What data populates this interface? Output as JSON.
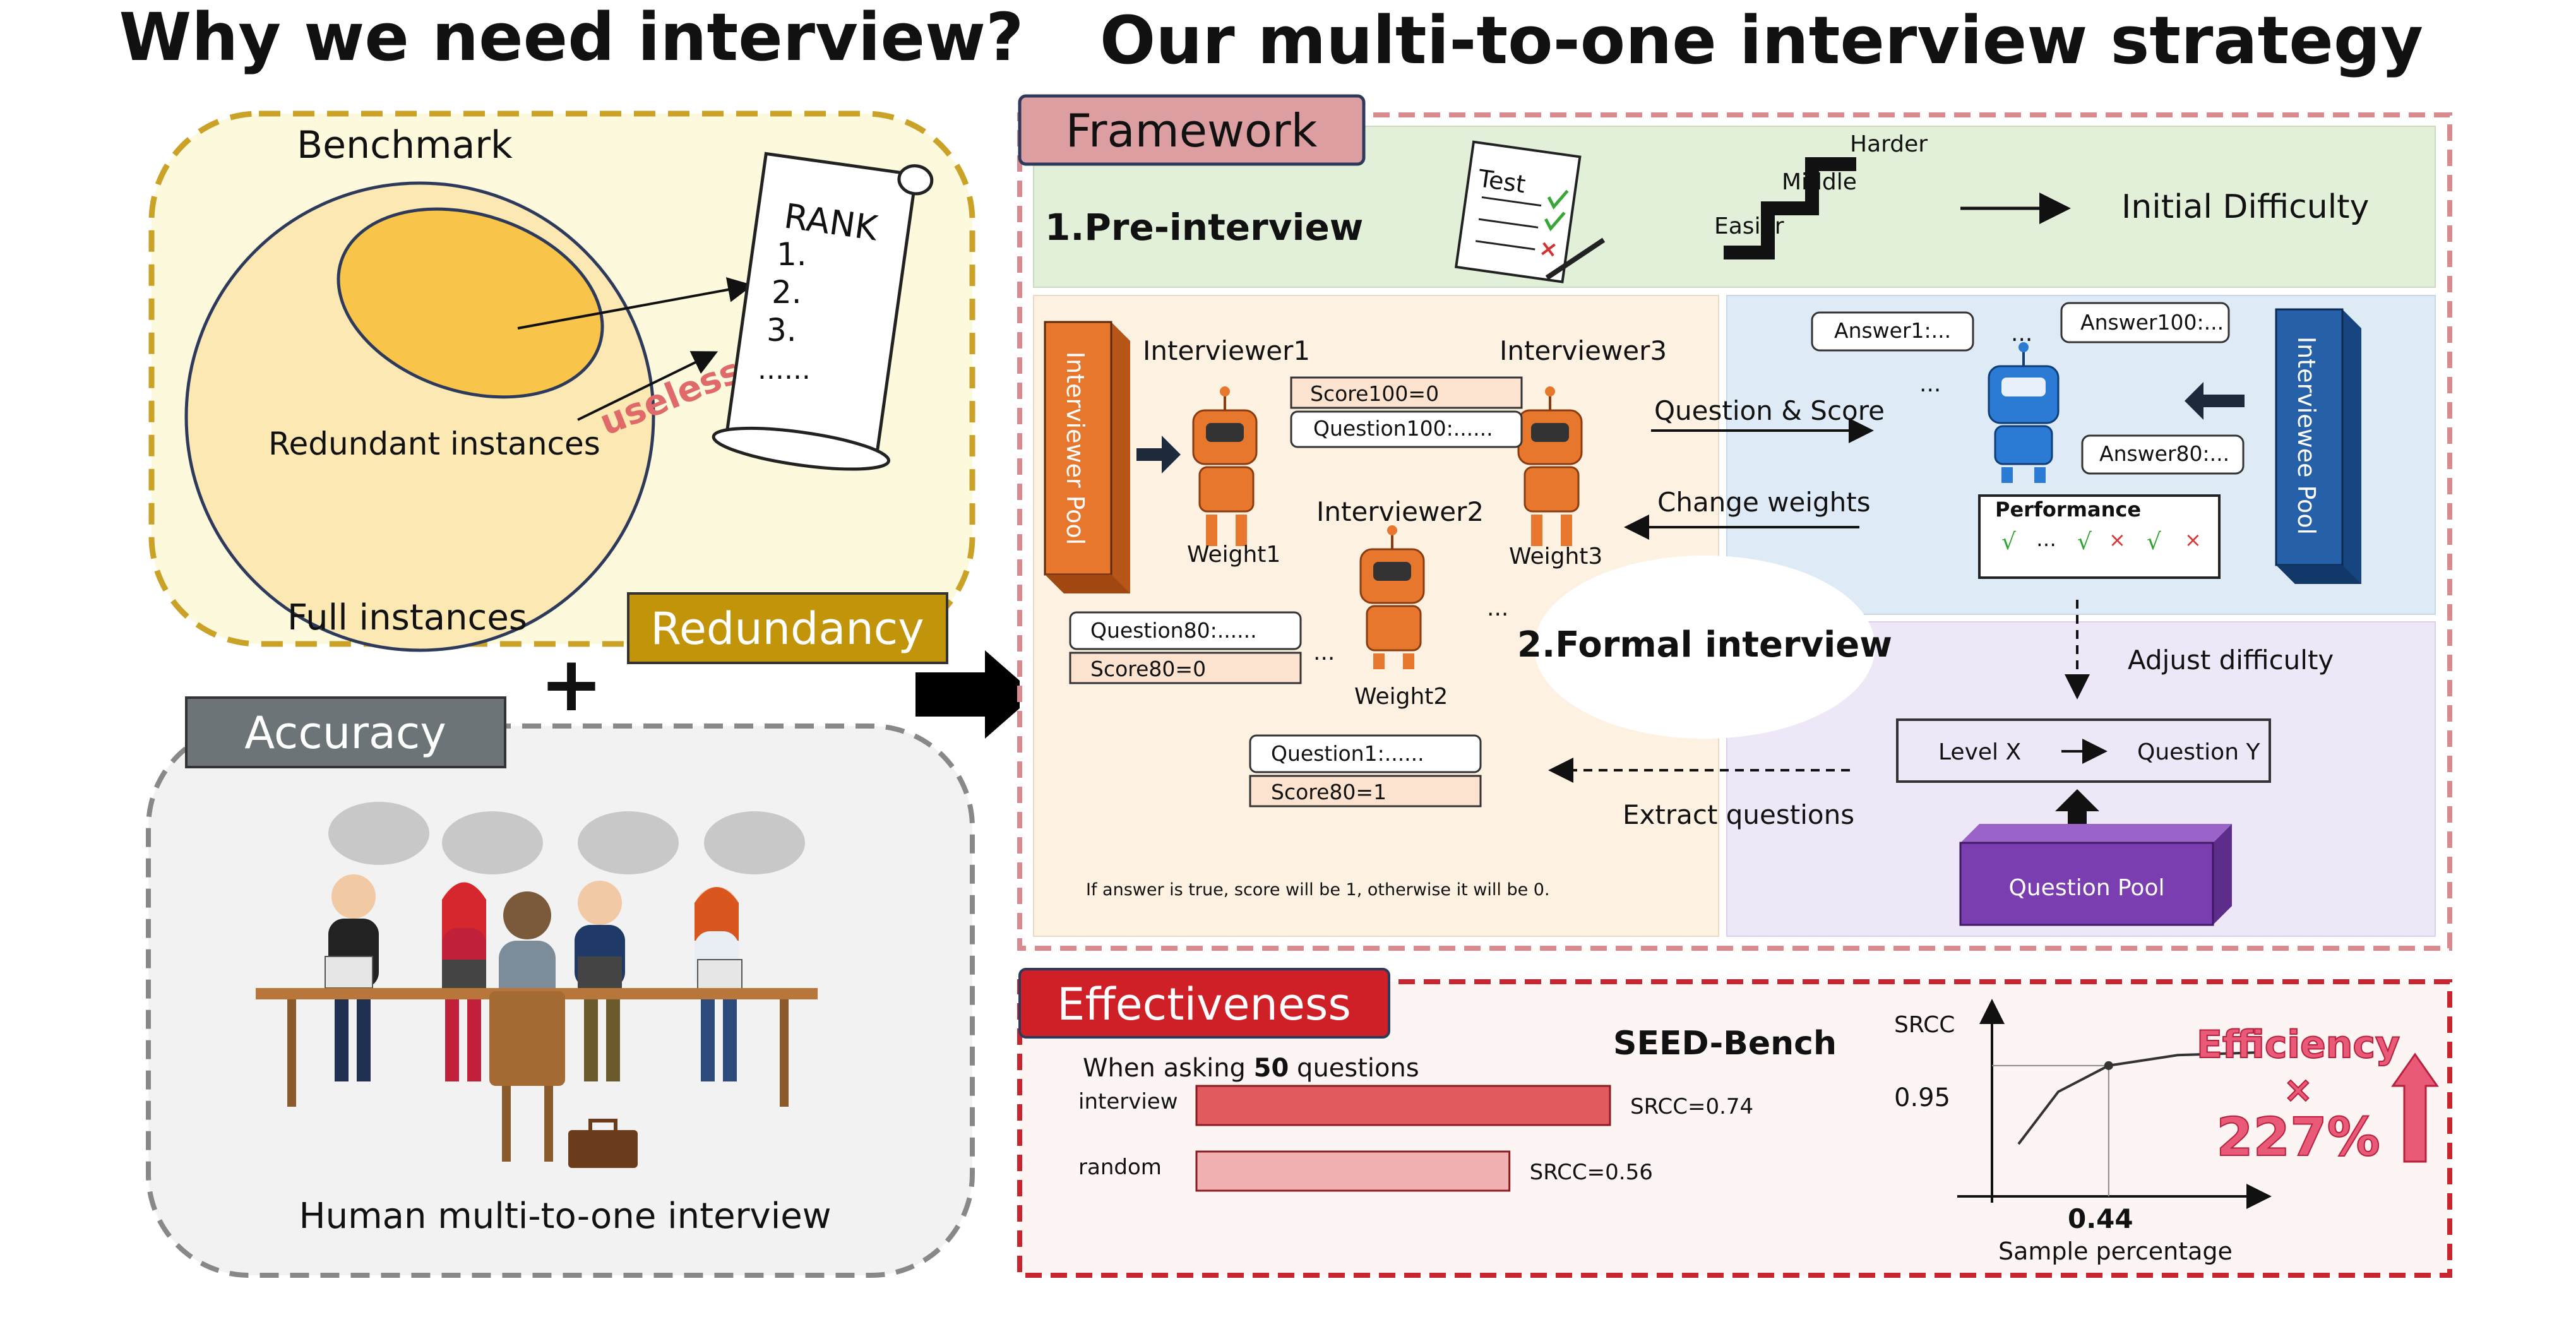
{
  "left": {
    "title": "Why we need interview?",
    "benchmark_label": "Benchmark",
    "redundant_label": "Redundant instances",
    "full_label": "Full instances",
    "useless_label": "useless",
    "rank": {
      "title": "RANK",
      "items": [
        "1.",
        "2.",
        "3.",
        "......"
      ]
    },
    "redundancy_tag": "Redundancy",
    "plus": "+",
    "accuracy_tag": "Accuracy",
    "human_caption": "Human multi-to-one interview"
  },
  "right": {
    "title": "Our multi-to-one interview strategy",
    "framework_tag": "Framework",
    "pre_interview": {
      "label": "1.Pre-interview",
      "test_label": "Test",
      "stairs": [
        "Easier",
        "Middle",
        "Harder"
      ],
      "result": "Initial Difficulty"
    },
    "interviewer_pool": "Interviewer Pool",
    "interviewers": [
      {
        "name": "Interviewer1",
        "weight": "Weight1"
      },
      {
        "name": "Interviewer2",
        "weight": "Weight2"
      },
      {
        "name": "Interviewer3",
        "weight": "Weight3"
      }
    ],
    "ellipsis": "...",
    "bubbles": {
      "score100": "Score100=0",
      "question100": "Question100:......",
      "question80": "Question80:......",
      "score80_0": "Score80=0",
      "question1": "Question1:......",
      "score80_1": "Score80=1"
    },
    "question_score": "Question & Score",
    "change_weights": "Change weights",
    "formal_interview": "2.Formal interview",
    "answers": [
      "Answer1:...",
      "Answer100:...",
      "Answer80:..."
    ],
    "interviewee_pool": "Interviewee Pool",
    "performance": {
      "label": "Performance",
      "marks": [
        "√",
        "…",
        "√",
        "×",
        "√",
        "×"
      ]
    },
    "adjust_difficulty": "Adjust difficulty",
    "level": "Level X",
    "question_y": "Question Y",
    "question_pool": "Question Pool",
    "extract_questions": "Extract questions",
    "note": "If answer is true, score will be 1, otherwise it will be 0."
  },
  "effectiveness": {
    "tag": "Effectiveness",
    "asking_prefix": "When asking ",
    "asking_count": "50",
    "asking_suffix": " questions",
    "bench_title": "SEED-Bench",
    "efficiency_lines": [
      "Efficiency",
      "×",
      "227%"
    ],
    "line_chart": {
      "ylabel": "SRCC",
      "xlabel": "Sample percentage",
      "y_tick": "0.95",
      "x_tick": "0.44"
    }
  },
  "chart_data": [
    {
      "type": "bar",
      "title": "SEED-Bench",
      "categories": [
        "interview",
        "random"
      ],
      "values": [
        0.74,
        0.56
      ],
      "value_labels": [
        "SRCC=0.74",
        "SRCC=0.56"
      ],
      "colors": [
        "#e05a5f",
        "#f1b0b2"
      ]
    },
    {
      "type": "line",
      "xlabel": "Sample percentage",
      "ylabel": "SRCC",
      "highlight": {
        "x": 0.44,
        "y": 0.95
      },
      "x": [
        0.1,
        0.25,
        0.44,
        0.7,
        1.0
      ],
      "y": [
        0.8,
        0.9,
        0.95,
        0.97,
        0.975
      ]
    }
  ],
  "colors": {
    "yellow_panel": "#fdf9dc",
    "yellow_border": "#c9a227",
    "pink_border": "#d98a8e",
    "red_border": "#c9252f",
    "green_panel": "#e2f0d9",
    "orange_panel": "#fdf1e2",
    "blue_panel": "#deebf7",
    "purple_panel": "#eee7f7",
    "robot_orange": "#e8772e",
    "robot_blue": "#2b7bd4"
  }
}
